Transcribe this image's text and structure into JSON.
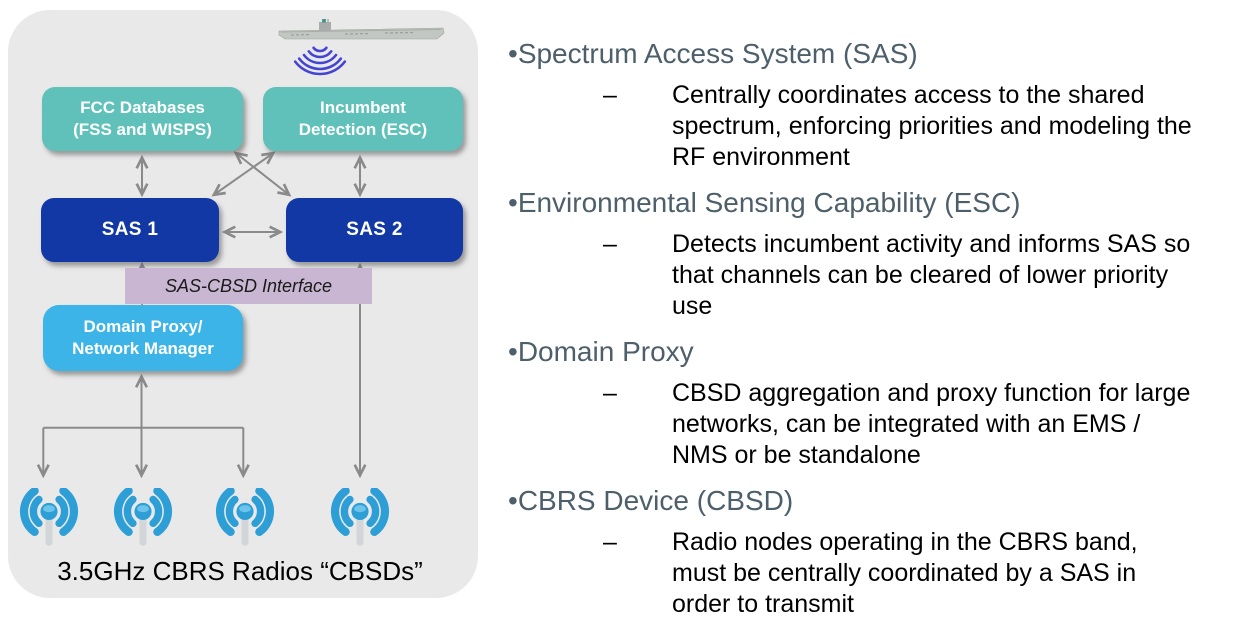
{
  "diagram": {
    "boxes": {
      "fcc": {
        "line1": "FCC Databases",
        "line2": "(FSS and WISPS)"
      },
      "esc": {
        "line1": "Incumbent",
        "line2": "Detection (ESC)"
      },
      "sas1": {
        "label": "SAS 1"
      },
      "sas2": {
        "label": "SAS 2"
      },
      "interface": {
        "label": "SAS-CBSD Interface"
      },
      "domain_proxy": {
        "line1": "Domain Proxy/",
        "line2": "Network Manager"
      }
    },
    "caption": "3.5GHz CBRS Radios “CBSDs”",
    "radio_count": 4,
    "icons": {
      "ship": "aircraft-carrier-ship-icon",
      "radar": "radar-waves-icon",
      "radio": "wireless-antenna-icon"
    }
  },
  "markers": {
    "bullet": "•",
    "dash": "–"
  },
  "sections": [
    {
      "heading": "Spectrum Access System (SAS)",
      "body_lines": [
        "Centrally coordinates access to the shared",
        "spectrum, enforcing priorities and modeling the",
        "RF environment"
      ]
    },
    {
      "heading": "Environmental Sensing Capability (ESC)",
      "body_lines": [
        "Detects incumbent activity and informs SAS so",
        "that channels can be cleared of lower priority",
        "use"
      ]
    },
    {
      "heading": "Domain Proxy",
      "body_lines": [
        "CBSD aggregation and proxy function for large",
        "networks, can be integrated with an EMS /",
        "NMS or be standalone"
      ]
    },
    {
      "heading": "CBRS Device (CBSD)",
      "body_lines": [
        "Radio nodes operating in the CBRS band,",
        "must be centrally coordinated by a SAS in",
        "order to transmit"
      ]
    }
  ],
  "colors": {
    "panel_background": "#e9e9e9",
    "teal_box": "#5fc1b9",
    "navy_box": "#1238a6",
    "light_blue_box": "#3cb4e8",
    "interface_band": "#c9b6d2",
    "arrow_gray": "#8a8a8a",
    "arrow_purple": "#9184a0",
    "heading_text": "#4d5f6a",
    "body_text": "#000000",
    "radio_blue": "#2e9fd6",
    "radar_blue": "#4444d4"
  }
}
